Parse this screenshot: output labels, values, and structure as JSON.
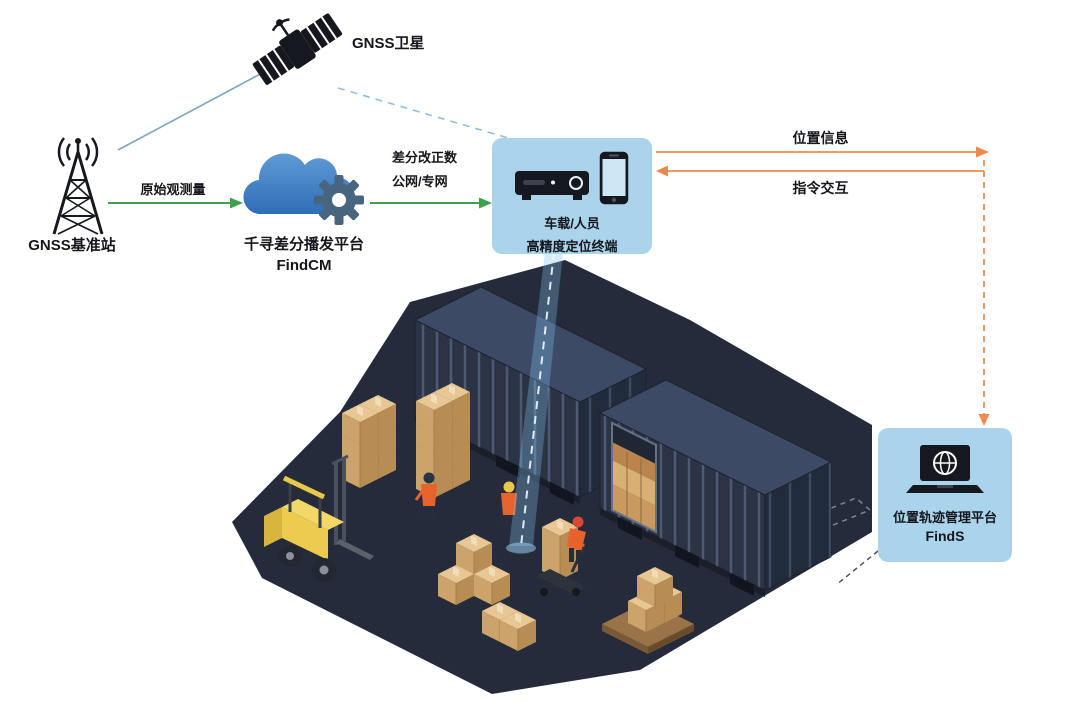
{
  "diagram": {
    "satellite": {
      "label": "GNSS卫星"
    },
    "base_station": {
      "label": "GNSS基准站"
    },
    "cloud_platform": {
      "title": "千寻差分播发平台",
      "subtitle": "FindCM"
    },
    "terminal": {
      "line1": "车载/人员",
      "line2": "高精度定位终端"
    },
    "management_platform": {
      "title": "位置轨迹管理平台",
      "subtitle": "FindS"
    },
    "edges": {
      "raw_observation": "原始观测量",
      "corrections_line1": "差分改正数",
      "corrections_line2": "公网/专网",
      "position_info": "位置信息",
      "command_interaction": "指令交互"
    }
  },
  "colors": {
    "bubble_blue": "#a9d4ec",
    "cloud_blue": "#3f82c8",
    "gear_slate": "#486580",
    "arrow_green": "#3fa14a",
    "arrow_orange": "#ee8a4e",
    "link_blue": "#7ba6c2",
    "beam_blue": "#80c0eb",
    "floor_navy": "#252b3a",
    "container_navy": "#2b3345",
    "carton_tan": "#d9b583",
    "forklift_yellow": "#eccb4e",
    "text_dark": "#14161c"
  },
  "icons": [
    "satellite-icon",
    "radio-tower-icon",
    "cloud-gear-icon",
    "media-terminal-icon",
    "smartphone-icon",
    "laptop-globe-icon"
  ]
}
